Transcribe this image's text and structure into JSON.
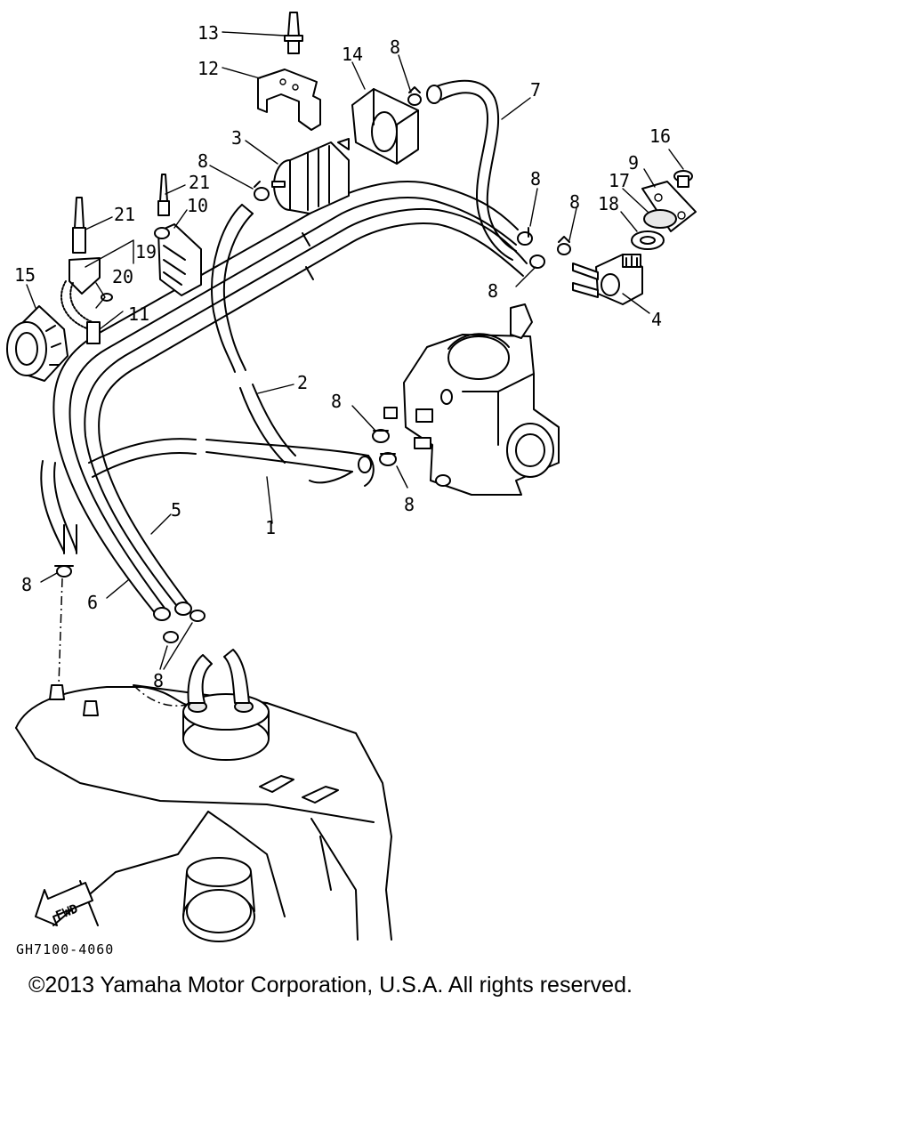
{
  "diagram": {
    "drawing_code": "GH7100-4060",
    "direction_label": "FWD",
    "colors": {
      "line": "#000000",
      "background": "#ffffff"
    },
    "callouts": [
      "1",
      "2",
      "3",
      "4",
      "5",
      "6",
      "7",
      "8",
      "8",
      "8",
      "8",
      "8",
      "8",
      "8",
      "8",
      "8",
      "9",
      "10",
      "11",
      "12",
      "13",
      "14",
      "15",
      "16",
      "17",
      "18",
      "19",
      "20",
      "21",
      "21"
    ]
  },
  "footer": {
    "copyright": "©2013 Yamaha Motor Corporation, U.S.A. All rights reserved."
  }
}
